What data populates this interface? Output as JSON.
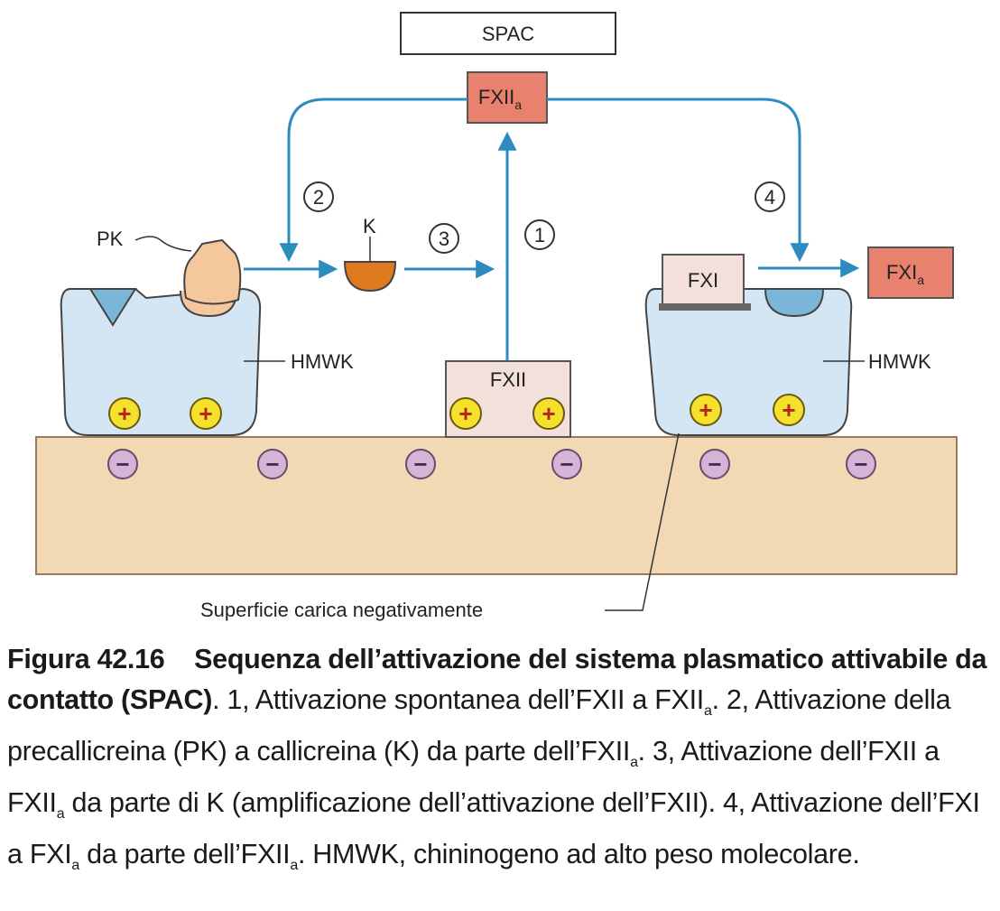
{
  "diagram": {
    "title_box": "SPAC",
    "fxiia_main": "FXII",
    "fxiia_sub": "a",
    "pk_label": "PK",
    "k_label": "K",
    "fxii_label": "FXII",
    "fxi_label": "FXI",
    "fxia_main": "FXI",
    "fxia_sub": "a",
    "hmwk_left": "HMWK",
    "hmwk_right": "HMWK",
    "step1": "1",
    "step2": "2",
    "step3": "3",
    "step4": "4",
    "plus_sign": "+",
    "minus_sign": "−",
    "surface_label": "Superficie carica negativamente"
  },
  "caption": {
    "figure_number": "Figura 42.16",
    "title": "Sequenza dell’attivazione del sistema plasmatico attivabile da contatto (SPAC)",
    "p1": ". 1, Attivazione spontanea dell’FXII a FXII",
    "s1": "a",
    "p2": ". 2, Attivazione della precallicreina (PK) a callicreina (K) da parte dell’FXII",
    "s2": "a",
    "p3": ". 3, Attivazione dell’FXII a FXII",
    "s3": "a",
    "p4": " da parte di K (amplificazione dell’attivazione dell’FXII). 4, Attivazione dell’FXI a FXI",
    "s4": "a",
    "p5": " da parte dell’FXII",
    "s5": "a",
    "p6": ". HMWK, chininogeno ad alto peso molecolare."
  },
  "colors": {
    "surface": "#f3d9b3",
    "hmwk": "#d4e6f3",
    "active_box": "#e8826f",
    "inactive_box": "#f3e0da",
    "arrow": "#2e8bc0",
    "k_enzyme": "#e07a1e",
    "pk": "#f4c79c",
    "plus_circle": "#f5e12b",
    "minus_circle": "#d4b5d8"
  }
}
